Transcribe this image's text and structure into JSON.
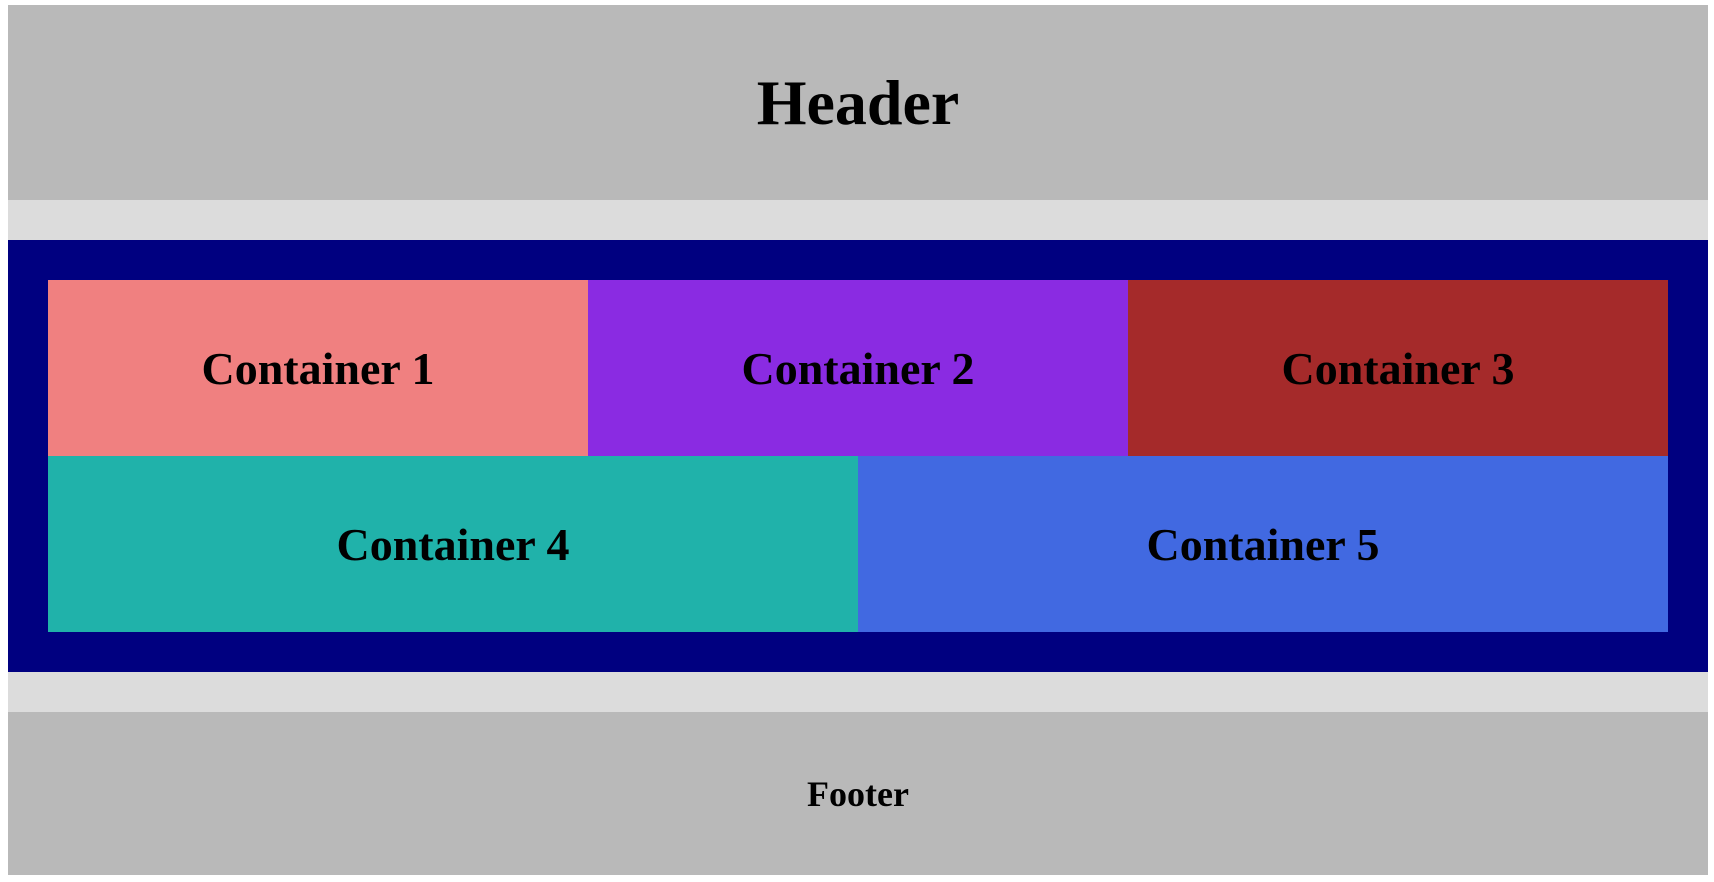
{
  "header": {
    "title": "Header"
  },
  "containers": [
    {
      "label": "Container 1",
      "color": "#f08080"
    },
    {
      "label": "Container 2",
      "color": "#8a2be2"
    },
    {
      "label": "Container 3",
      "color": "#a52a2a"
    },
    {
      "label": "Container 4",
      "color": "#20b2aa"
    },
    {
      "label": "Container 5",
      "color": "#4169e1"
    }
  ],
  "main": {
    "color": "#000080"
  },
  "footer": {
    "text": "Footer"
  }
}
